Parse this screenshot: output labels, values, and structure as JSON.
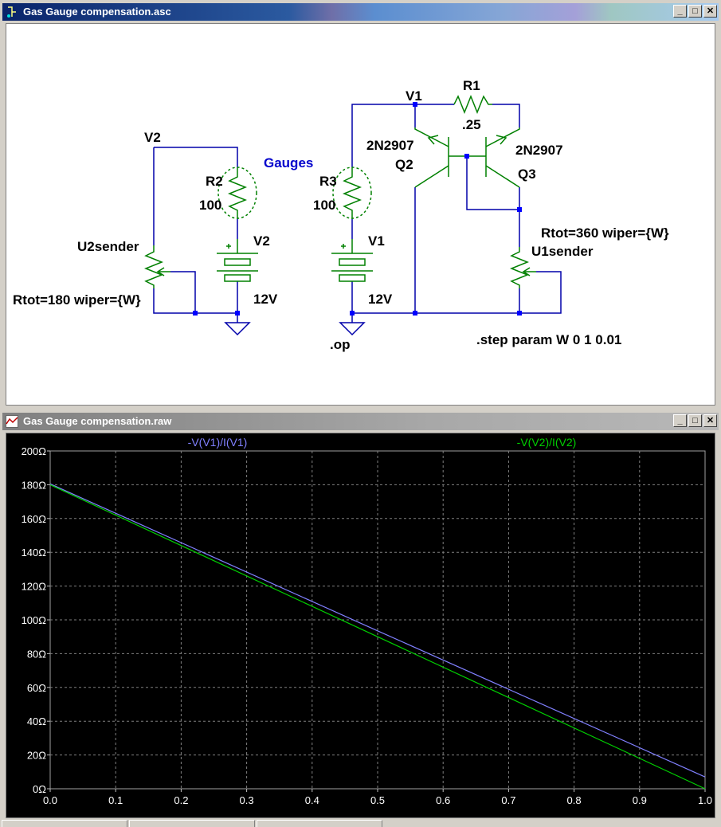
{
  "schematic_window": {
    "title": "Gas Gauge compensation.asc",
    "controls": {
      "minimize": "_",
      "maximize": "□",
      "close": "✕"
    }
  },
  "schematic": {
    "labels": {
      "gauges": "Gauges",
      "v2_net": "V2",
      "v1_net": "V1",
      "r2_name": "R2",
      "r2_value": "100",
      "r3_name": "R3",
      "r3_value": "100",
      "r1_name": "R1",
      "r1_value": ".25",
      "q2_type": "2N2907",
      "q2_name": "Q2",
      "q3_type": "2N2907",
      "q3_name": "Q3",
      "v2_src_name": "V2",
      "v2_src_value": "12V",
      "v1_src_name": "V1",
      "v1_src_value": "12V",
      "u2_name": "U2sender",
      "u2_params": "Rtot=180 wiper={W}",
      "u1_name": "U1sender",
      "u1_params": "Rtot=360 wiper={W}",
      "op": ".op",
      "step": ".step param W 0 1 0.01"
    }
  },
  "plot_window": {
    "title": "Gas Gauge compensation.raw",
    "controls": {
      "minimize": "_",
      "maximize": "□",
      "close": "✕"
    }
  },
  "chart_data": {
    "type": "line",
    "title": "",
    "xlabel": "",
    "ylabel": "",
    "xlim": [
      0.0,
      1.0
    ],
    "ylim": [
      0,
      200
    ],
    "grid": true,
    "x_ticks": [
      "0.0",
      "0.1",
      "0.2",
      "0.3",
      "0.4",
      "0.5",
      "0.6",
      "0.7",
      "0.8",
      "0.9",
      "1.0"
    ],
    "y_ticks": [
      "0Ω",
      "20Ω",
      "40Ω",
      "60Ω",
      "80Ω",
      "100Ω",
      "120Ω",
      "140Ω",
      "160Ω",
      "180Ω",
      "200Ω"
    ],
    "series": [
      {
        "name": "-V(V1)/I(V1)",
        "color": "#8080ff",
        "x": [
          0.0,
          0.5,
          1.0
        ],
        "values": [
          180.5,
          93.5,
          7.0
        ]
      },
      {
        "name": "-V(V2)/I(V2)",
        "color": "#00d000",
        "x": [
          0.0,
          0.5,
          1.0
        ],
        "values": [
          180.0,
          90.0,
          0.0
        ]
      }
    ]
  },
  "colors": {
    "wire": "#0000aa",
    "component": "#008000",
    "node": "#0000ff",
    "label": "#000000",
    "gauges_label": "#0000cc",
    "plot_bg": "#000000",
    "plot_grid": "#808080",
    "axis_text": "#ffffff"
  }
}
